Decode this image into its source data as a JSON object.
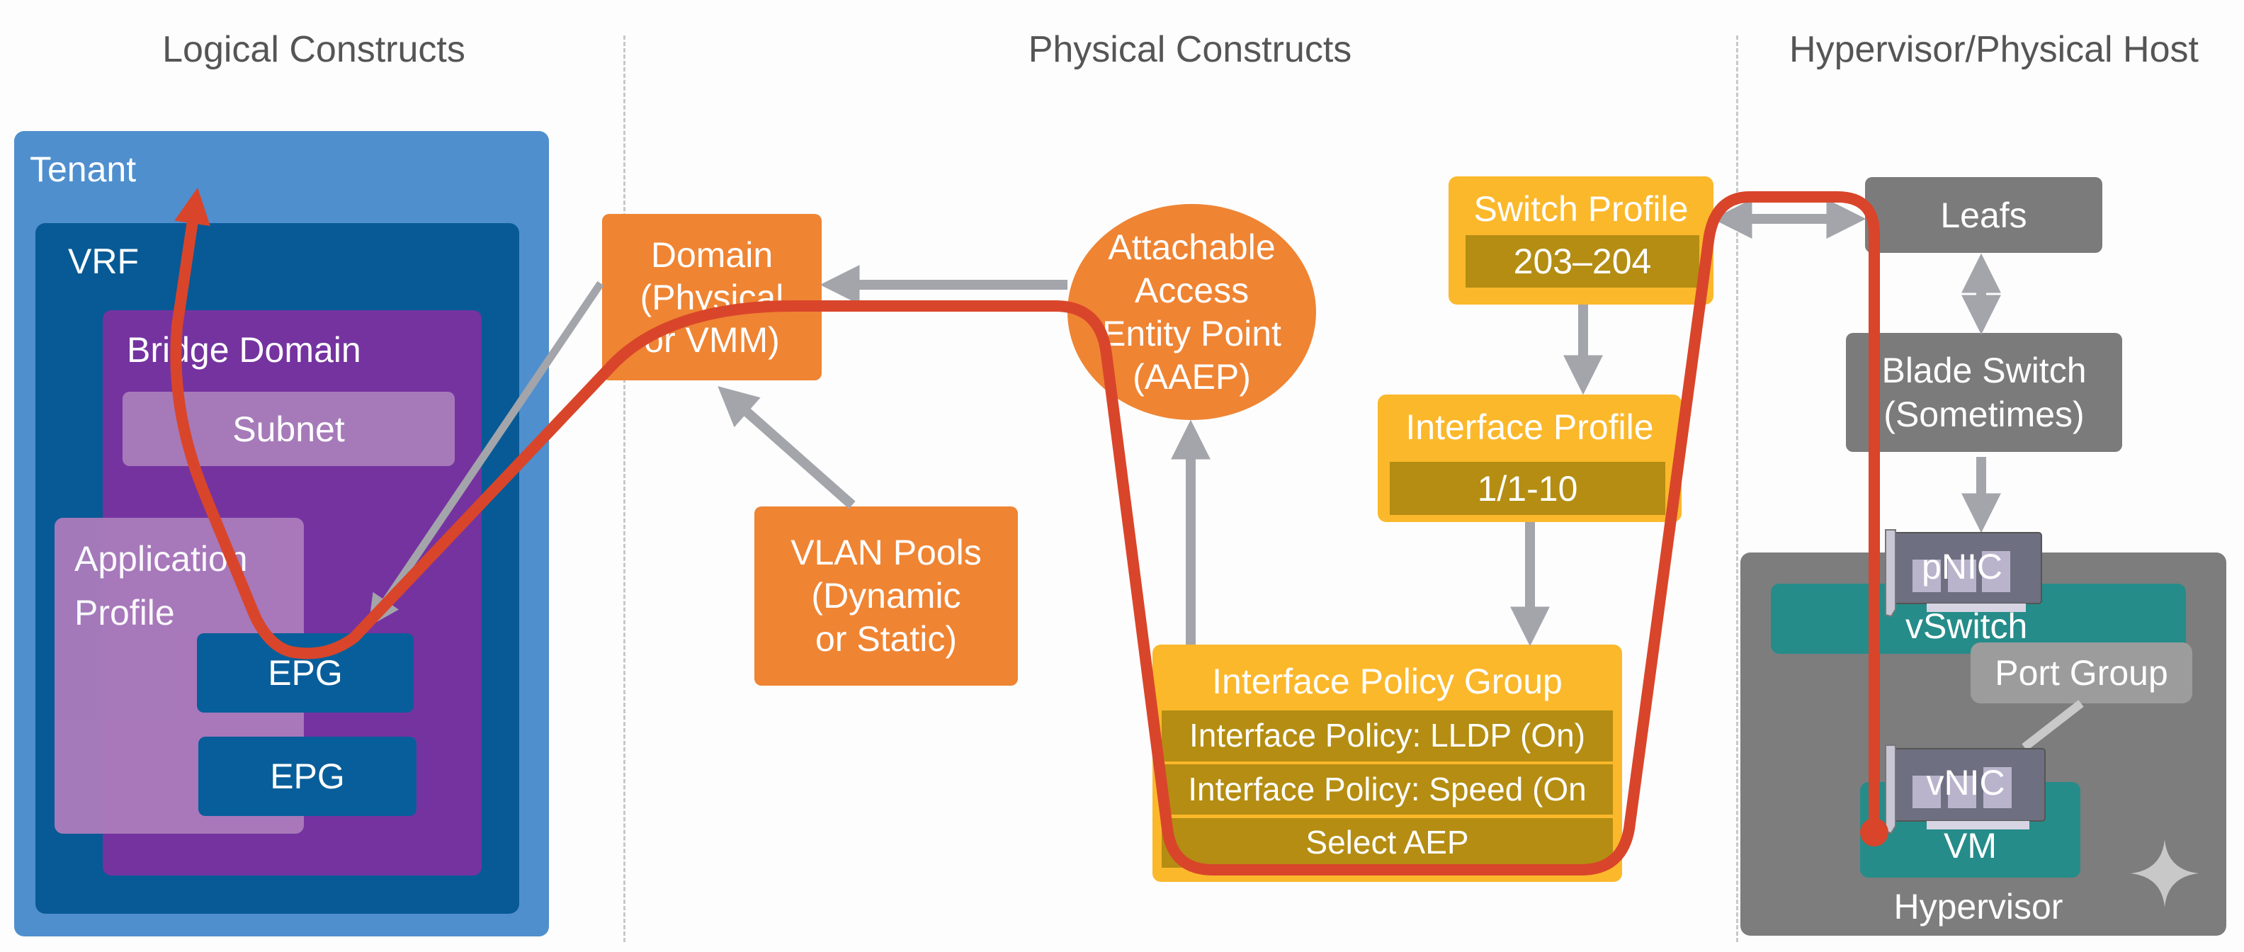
{
  "sections": {
    "logical": "Logical Constructs",
    "physical": "Physical Constructs",
    "host": "Hypervisor/Physical Host"
  },
  "logical": {
    "tenant": "Tenant",
    "vrf": "VRF",
    "bridge_domain": "Bridge Domain",
    "subnet": "Subnet",
    "application_profile": [
      "Application",
      "Profile"
    ],
    "epgs": [
      "EPG",
      "EPG"
    ]
  },
  "physical": {
    "domain": [
      "Domain",
      "(Physical",
      "or VMM)"
    ],
    "aaep": [
      "Attachable",
      "Access",
      "Entity Point",
      "(AAEP)"
    ],
    "vlan_pools": [
      "VLAN Pools",
      "(Dynamic",
      "or Static)"
    ],
    "switch_profile": {
      "title": "Switch Profile",
      "value": "203–204"
    },
    "interface_profile": {
      "title": "Interface Profile",
      "value": "1/1-10"
    },
    "interface_policy_group": {
      "title": "Interface Policy Group",
      "rows": [
        "Interface Policy: LLDP (On)",
        "Interface Policy: Speed (On",
        "Select AEP"
      ]
    }
  },
  "host": {
    "leafs": "Leafs",
    "blade_switch": [
      "Blade Switch",
      "(Sometimes)"
    ],
    "pnic": "pNIC",
    "vswitch": "vSwitch",
    "port_group": "Port Group",
    "vnic": "vNIC",
    "vm": "VM",
    "hypervisor": "Hypervisor"
  },
  "colors": {
    "path": "#d9452a",
    "arrow": "#a3a5ab"
  }
}
